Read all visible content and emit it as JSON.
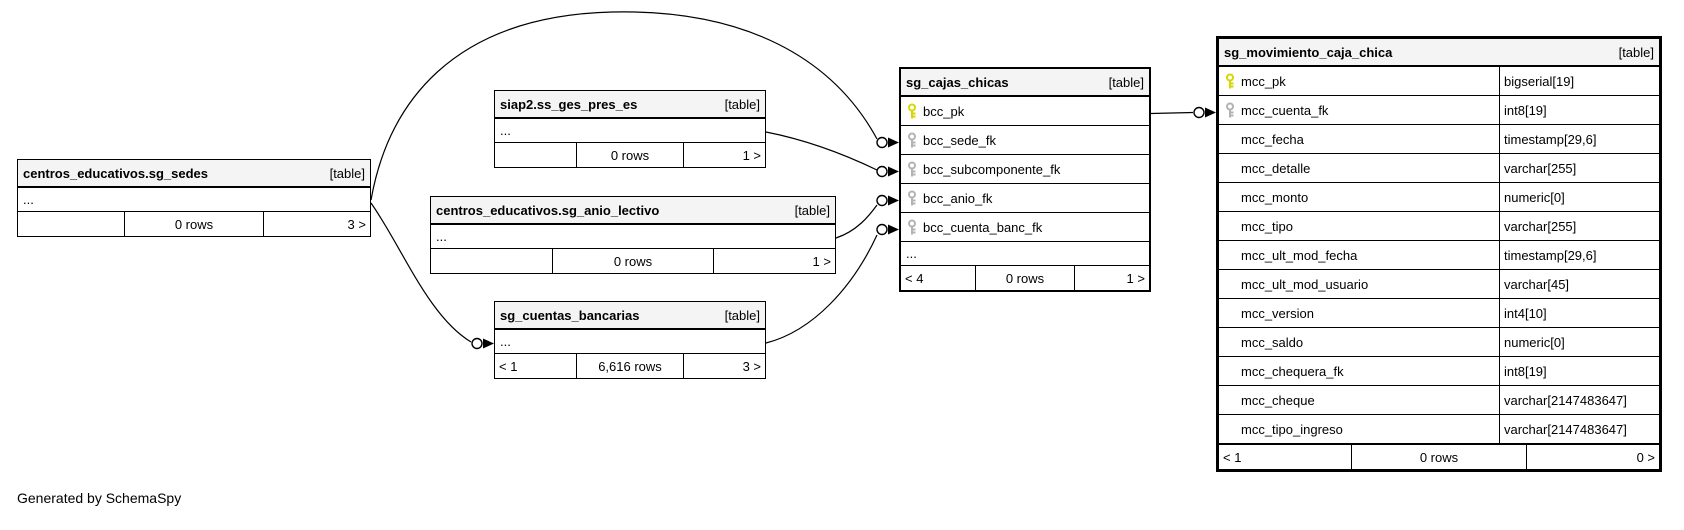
{
  "page": {
    "footer_note": "Generated by SchemaSpy"
  },
  "colors": {
    "header_bg": "#f4f4f4",
    "pk_key": "#d6d600",
    "fk_key": "#b3b3b3",
    "line": "#000000"
  },
  "tables": [
    {
      "title": "centros_educativos.sg_sedes",
      "badge": "[table]",
      "ellipsis": "...",
      "footer": {
        "left": "",
        "center": "0 rows",
        "right": "3 >"
      }
    },
    {
      "title": "siap2.ss_ges_pres_es",
      "badge": "[table]",
      "ellipsis": "...",
      "footer": {
        "left": "",
        "center": "0 rows",
        "right": "1 >"
      }
    },
    {
      "title": "centros_educativos.sg_anio_lectivo",
      "badge": "[table]",
      "ellipsis": "...",
      "footer": {
        "left": "",
        "center": "0 rows",
        "right": "1 >"
      }
    },
    {
      "title": "sg_cuentas_bancarias",
      "badge": "[table]",
      "ellipsis": "...",
      "footer": {
        "left": "< 1",
        "center": "6,616 rows",
        "right": "3 >"
      }
    },
    {
      "title": "sg_cajas_chicas",
      "badge": "[table]",
      "ellipsis": "...",
      "columns": [
        {
          "name": "bcc_pk",
          "key": "pk"
        },
        {
          "name": "bcc_sede_fk",
          "key": "fk"
        },
        {
          "name": "bcc_subcomponente_fk",
          "key": "fk"
        },
        {
          "name": "bcc_anio_fk",
          "key": "fk"
        },
        {
          "name": "bcc_cuenta_banc_fk",
          "key": "fk"
        }
      ],
      "footer": {
        "left": "< 4",
        "center": "0 rows",
        "right": "1 >"
      }
    },
    {
      "title": "sg_movimiento_caja_chica",
      "badge": "[table]",
      "columns": [
        {
          "name": "mcc_pk",
          "key": "pk",
          "type": "bigserial[19]"
        },
        {
          "name": "mcc_cuenta_fk",
          "key": "fk",
          "type": "int8[19]"
        },
        {
          "name": "mcc_fecha",
          "key": "",
          "type": "timestamp[29,6]"
        },
        {
          "name": "mcc_detalle",
          "key": "",
          "type": "varchar[255]"
        },
        {
          "name": "mcc_monto",
          "key": "",
          "type": "numeric[0]"
        },
        {
          "name": "mcc_tipo",
          "key": "",
          "type": "varchar[255]"
        },
        {
          "name": "mcc_ult_mod_fecha",
          "key": "",
          "type": "timestamp[29,6]"
        },
        {
          "name": "mcc_ult_mod_usuario",
          "key": "",
          "type": "varchar[45]"
        },
        {
          "name": "mcc_version",
          "key": "",
          "type": "int4[10]"
        },
        {
          "name": "mcc_saldo",
          "key": "",
          "type": "numeric[0]"
        },
        {
          "name": "mcc_chequera_fk",
          "key": "",
          "type": "int8[19]"
        },
        {
          "name": "mcc_cheque",
          "key": "",
          "type": "varchar[2147483647]"
        },
        {
          "name": "mcc_tipo_ingreso",
          "key": "",
          "type": "varchar[2147483647]"
        }
      ],
      "footer": {
        "left": "< 1",
        "center": "0 rows",
        "right": "0 >"
      }
    }
  ],
  "relationships": [
    {
      "from": "centros_educativos.sg_sedes",
      "to": "sg_cajas_chicas.bcc_sede_fk"
    },
    {
      "from": "centros_educativos.sg_sedes",
      "to": "sg_cuentas_bancarias"
    },
    {
      "from": "siap2.ss_ges_pres_es",
      "to": "sg_cajas_chicas.bcc_subcomponente_fk"
    },
    {
      "from": "centros_educativos.sg_anio_lectivo",
      "to": "sg_cajas_chicas.bcc_anio_fk"
    },
    {
      "from": "sg_cuentas_bancarias",
      "to": "sg_cajas_chicas.bcc_cuenta_banc_fk"
    },
    {
      "from": "sg_cajas_chicas.bcc_pk",
      "to": "sg_movimiento_caja_chica.mcc_cuenta_fk"
    }
  ]
}
